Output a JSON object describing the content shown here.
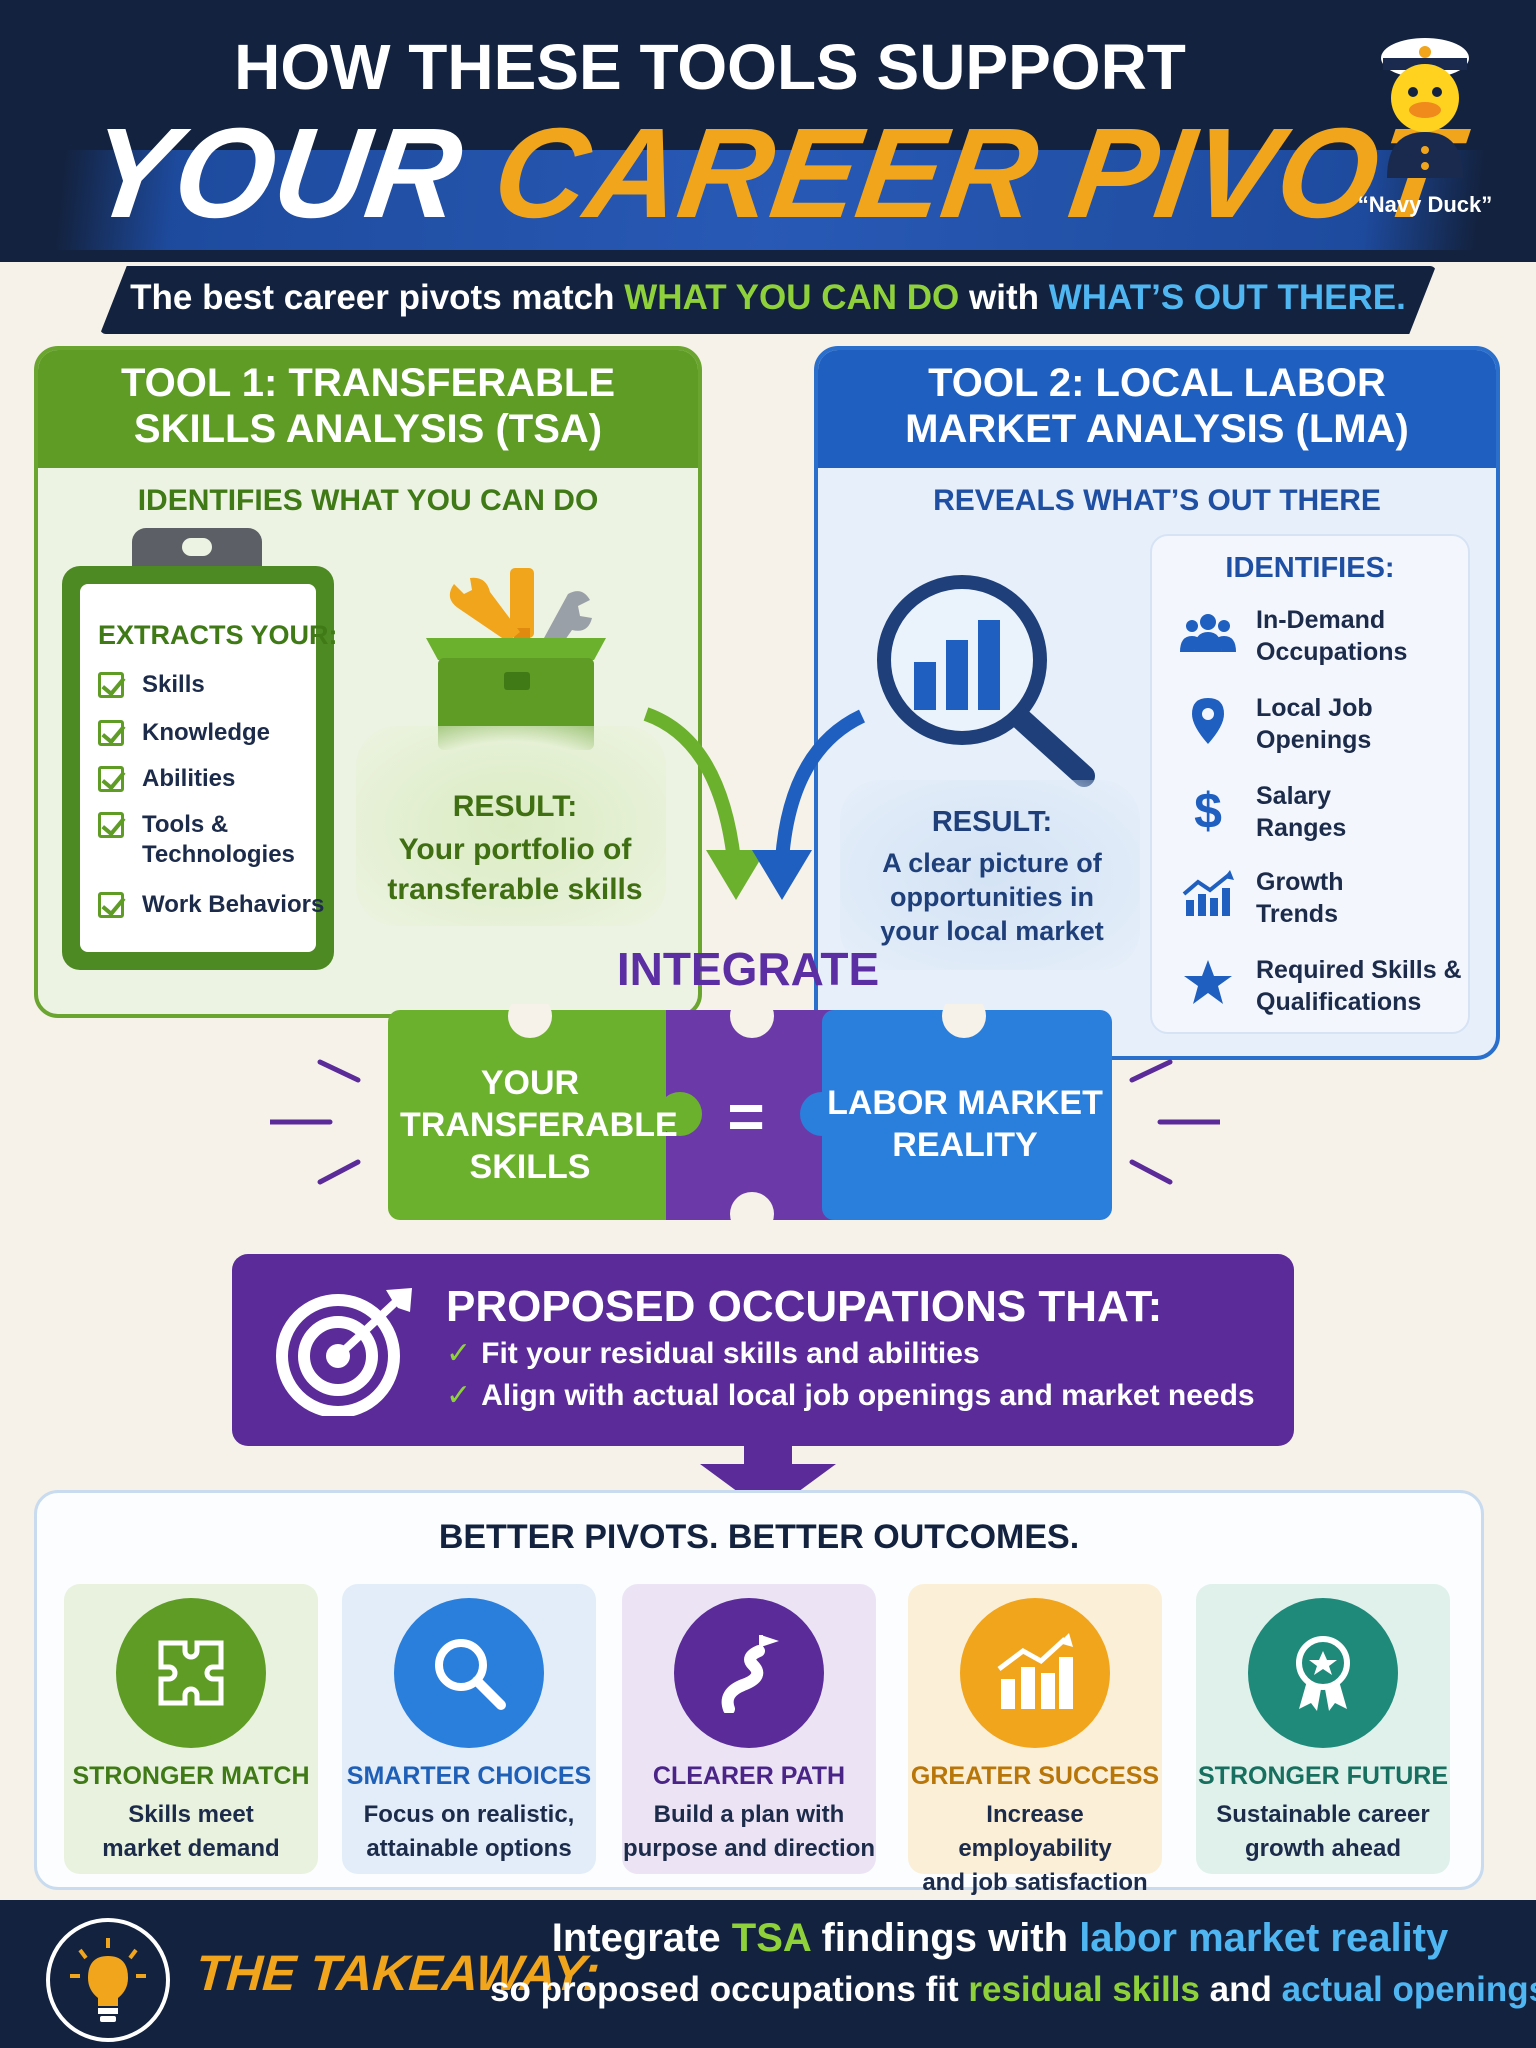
{
  "header": {
    "line1": "HOW THESE TOOLS SUPPORT",
    "line2_white": "YOUR",
    "line2_yellow": "CAREER PIVOT",
    "mascot_label": "“Navy Duck”"
  },
  "subtitle": {
    "part1": "The best career pivots match",
    "part2_green": "WHAT YOU CAN DO",
    "part3": "with",
    "part4_blue": "WHAT’S OUT THERE."
  },
  "tool1": {
    "title_line1": "TOOL 1: TRANSFERABLE",
    "title_line2": "SKILLS ANALYSIS (TSA)",
    "subtitle": "IDENTIFIES WHAT YOU CAN DO",
    "extracts_title": "EXTRACTS YOUR:",
    "extracts": [
      "Skills",
      "Knowledge",
      "Abilities",
      "Tools &",
      "Technologies",
      "Work Behaviors"
    ],
    "result_label": "RESULT:",
    "result_line1": "Your portfolio of",
    "result_line2": "transferable skills"
  },
  "tool2": {
    "title_line1": "TOOL 2: LOCAL LABOR",
    "title_line2": "MARKET ANALYSIS (LMA)",
    "subtitle": "REVEALS WHAT’S OUT THERE",
    "identifies_title": "IDENTIFIES:",
    "identifies": [
      {
        "line1": "In-Demand",
        "line2": "Occupations",
        "icon": "people-icon"
      },
      {
        "line1": "Local Job",
        "line2": "Openings",
        "icon": "map-pin-icon"
      },
      {
        "line1": "Salary",
        "line2": "Ranges",
        "icon": "dollar-icon"
      },
      {
        "line1": "Growth",
        "line2": "Trends",
        "icon": "growth-chart-icon"
      },
      {
        "line1": "Required Skills &",
        "line2": "Qualifications",
        "icon": "star-icon"
      }
    ],
    "result_label": "RESULT:",
    "result_line1": "A clear picture of",
    "result_line2": "opportunities in",
    "result_line3": "your local market"
  },
  "integrate": {
    "label": "INTEGRATE",
    "left_line1": "YOUR",
    "left_line2": "TRANSFERABLE",
    "left_line3": "SKILLS",
    "equals": "=",
    "right_line1": "LABOR MARKET",
    "right_line2": "REALITY"
  },
  "proposed": {
    "title": "PROPOSED OCCUPATIONS THAT:",
    "items": [
      "Fit your residual skills and abilities",
      "Align with actual local job openings and market needs"
    ]
  },
  "outcomes": {
    "title": "BETTER PIVOTS. BETTER OUTCOMES.",
    "cards": [
      {
        "title": "STRONGER MATCH",
        "line1": "Skills meet",
        "line2": "market demand",
        "icon": "puzzle-icon",
        "color": "#5e9c25"
      },
      {
        "title": "SMARTER CHOICES",
        "line1": "Focus on realistic,",
        "line2": "attainable options",
        "icon": "search-icon",
        "color": "#2a7fdc"
      },
      {
        "title": "CLEARER PATH",
        "line1": "Build a plan with",
        "line2": "purpose and direction",
        "icon": "road-flag-icon",
        "color": "#5a2b99"
      },
      {
        "title": "GREATER SUCCESS",
        "line1": "Increase employability",
        "line2": "and job satisfaction",
        "icon": "bar-chart-icon",
        "color": "#f0a51c"
      },
      {
        "title": "STRONGER FUTURE",
        "line1": "Sustainable career",
        "line2": "growth ahead",
        "icon": "award-ribbon-icon",
        "color": "#1f8a7a"
      }
    ]
  },
  "takeaway": {
    "label": "THE TAKEAWAY:",
    "line1_a": "Integrate",
    "line1_b": "TSA",
    "line1_c": "findings with",
    "line1_d": "labor market reality",
    "line2_a": "so proposed occupations fit",
    "line2_b": "residual skills",
    "line2_c": "and",
    "line2_d": "actual openings",
    "line2_e": "."
  }
}
